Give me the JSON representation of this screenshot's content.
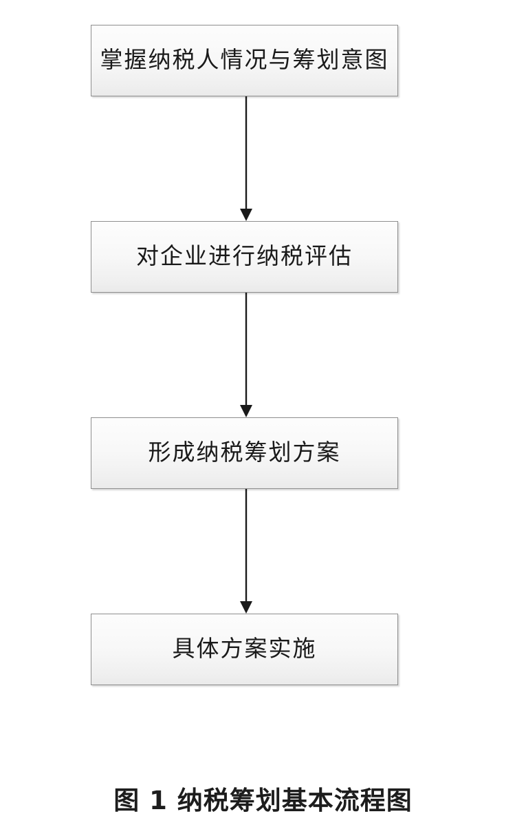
{
  "figure": {
    "caption": "图 1 纳税筹划基本流程图",
    "caption_prefix": "图 1",
    "caption_title": "纳税筹划基本流程图"
  },
  "colors": {
    "box_border": "#8e8e8e",
    "box_fill_top": "#fcfcfc",
    "box_fill_bottom": "#eaeaea",
    "text": "#1a1a1a",
    "arrow": "#1a1a1a",
    "background": "#ffffff"
  },
  "chart_data": {
    "type": "diagram",
    "diagram_kind": "flowchart",
    "orientation": "vertical-top-to-bottom",
    "title": "图 1 纳税筹划基本流程图",
    "nodes": [
      {
        "id": "n1",
        "label": "掌握纳税人情况与筹划意图",
        "order": 1,
        "shape": "rectangle"
      },
      {
        "id": "n2",
        "label": "对企业进行纳税评估",
        "order": 2,
        "shape": "rectangle"
      },
      {
        "id": "n3",
        "label": "形成纳税筹划方案",
        "order": 3,
        "shape": "rectangle"
      },
      {
        "id": "n4",
        "label": "具体方案实施",
        "order": 4,
        "shape": "rectangle"
      }
    ],
    "edges": [
      {
        "from": "n1",
        "to": "n2",
        "label": "",
        "arrow": "single-down"
      },
      {
        "from": "n2",
        "to": "n3",
        "label": "",
        "arrow": "single-down"
      },
      {
        "from": "n3",
        "to": "n4",
        "label": "",
        "arrow": "single-down"
      }
    ]
  },
  "boxes": [
    {
      "label": "掌握纳税人情况与筹划意图"
    },
    {
      "label": "对企业进行纳税评估"
    },
    {
      "label": "形成纳税筹划方案"
    },
    {
      "label": "具体方案实施"
    }
  ],
  "arrows": [
    {
      "name": "arrow-1-to-2"
    },
    {
      "name": "arrow-2-to-3"
    },
    {
      "name": "arrow-3-to-4"
    }
  ]
}
